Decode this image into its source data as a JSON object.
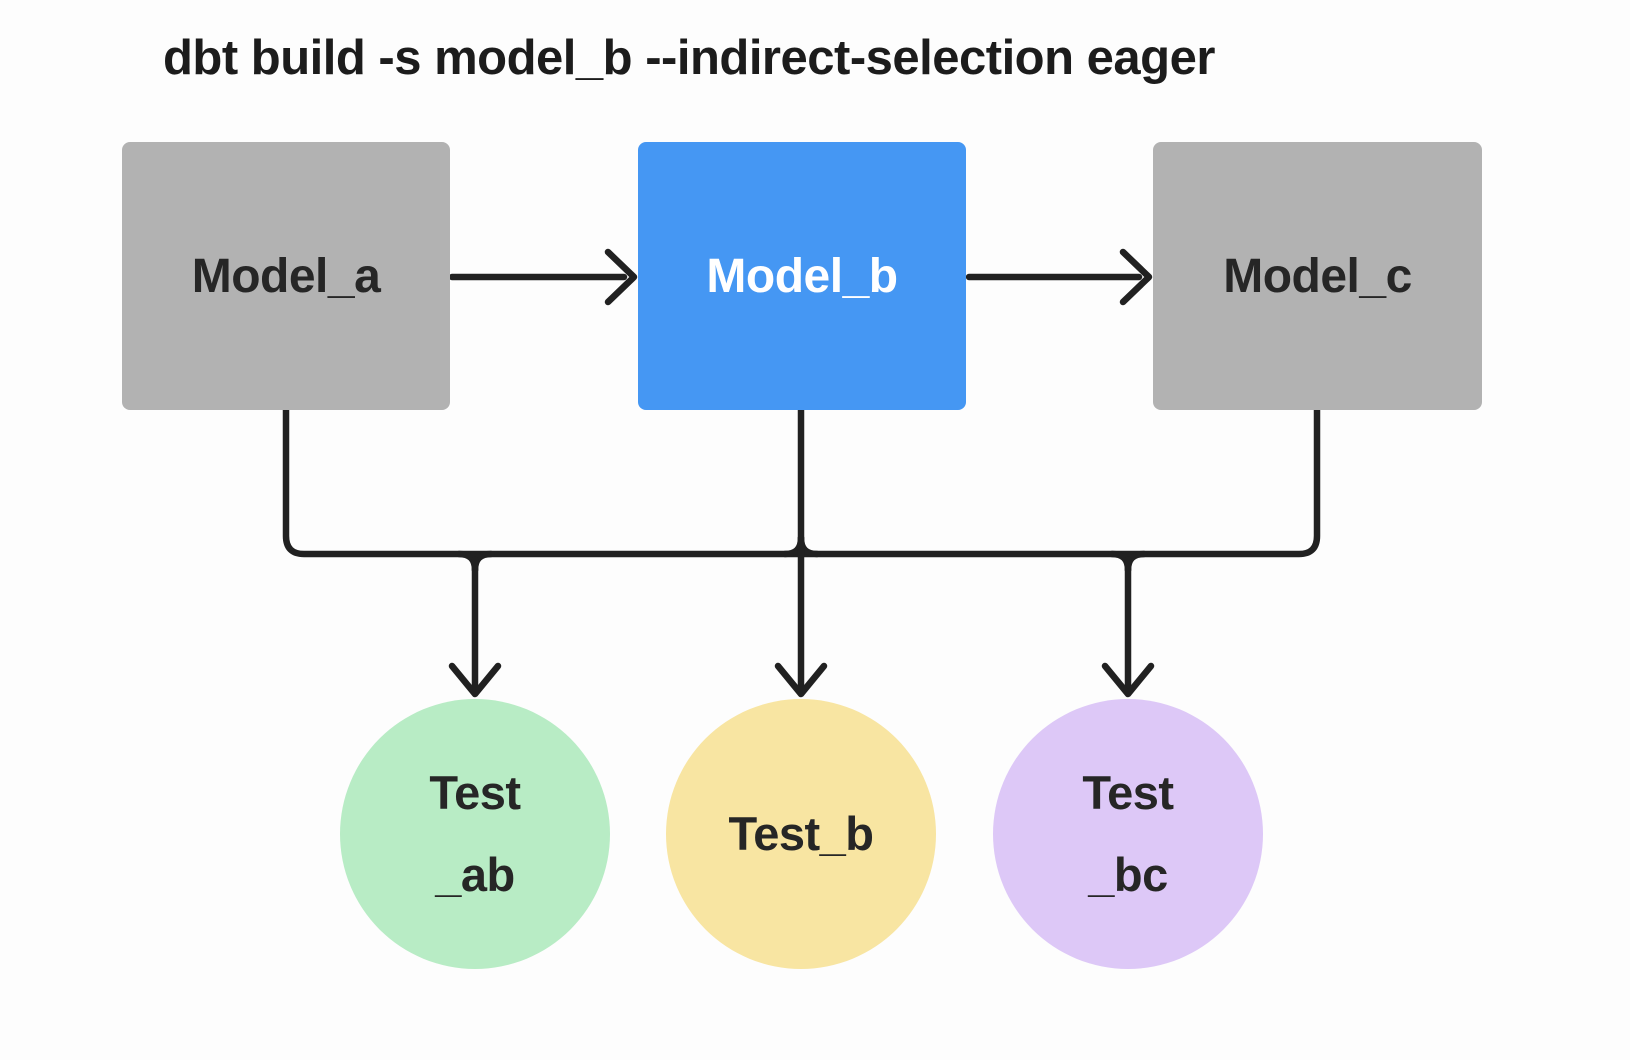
{
  "title": "dbt build -s model_b --indirect-selection eager",
  "colors": {
    "background": "#fdfdfd",
    "title-text": "#1c1c1c",
    "line": "#212121",
    "model-default-fill": "#b2b2b2",
    "model-default-text": "#262626",
    "model-selected-fill": "#4597f3",
    "model-selected-text": "#ffffff",
    "test-ab-fill": "#b8ecc5",
    "test-b-fill": "#f8e5a2",
    "test-bc-fill": "#ddc8f7"
  },
  "nodes": {
    "model_a": {
      "label": "Model_a",
      "type": "model",
      "state": "unselected"
    },
    "model_b": {
      "label": "Model_b",
      "type": "model",
      "state": "selected"
    },
    "model_c": {
      "label": "Model_c",
      "type": "model",
      "state": "unselected"
    },
    "test_ab": {
      "label": "Test\n_ab",
      "type": "test"
    },
    "test_b": {
      "label": "Test_b",
      "type": "test"
    },
    "test_bc": {
      "label": "Test\n_bc",
      "type": "test"
    }
  },
  "edges": [
    {
      "from": "model_a",
      "to": "model_b"
    },
    {
      "from": "model_b",
      "to": "model_c"
    },
    {
      "from": "model_a",
      "to": "test_ab"
    },
    {
      "from": "model_b",
      "to": "test_ab"
    },
    {
      "from": "model_b",
      "to": "test_b"
    },
    {
      "from": "model_b",
      "to": "test_bc"
    },
    {
      "from": "model_c",
      "to": "test_bc"
    }
  ]
}
